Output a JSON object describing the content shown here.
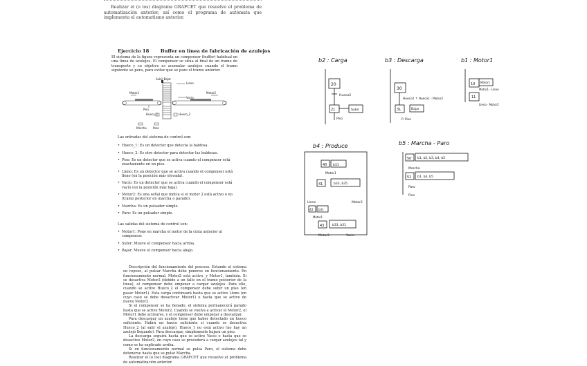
{
  "intro": {
    "paragraph": "Realizar el (o los) diagrama GRAFCET que resuelve el problema de automatización anterior, así como el programa de autómata que implementa el automatismo anterior."
  },
  "exercise": {
    "number": "Ejercicio 18",
    "title": "Buffer en línea de fabricación de azulejos",
    "description": "El sistema de la figura representa un compensor (buffer) habitual en una línea de azulejos. El compensor se sitúa al final de un tramo de transporte y su objetivo es acumular azulejos cuando el tramo siguiente se para, para evitar que se pare el tramo anterior."
  },
  "figure": {
    "labels": {
      "subir_bajar": "Subir Bajar",
      "lleno": "Lleno",
      "motor1": "Motor1",
      "motor2": "Motor2",
      "vacio": "Vacío",
      "piso": "Piso",
      "hueco1": "Hueco_1",
      "hueco2": "Hueco_2",
      "marcha": "Marcha",
      "paro": "Paro"
    }
  },
  "inputs": {
    "title": "Las entradas del sistema de control son:",
    "items": [
      "Hueco_1: Es un detector que detecta la baldosa.",
      "Hueco_2: Es otro detector para detectar las baldosas.",
      "Piso: Es un detector que se activa cuando el compensor está exactamente en un piso.",
      "Lleno: Es un detector que se activa cuando el compensor está lleno (en la posición más elevada).",
      "Vacío: Es un detector que se activa cuando el compensor está vacío (en la posición más baja).",
      "Motor2: Es una señal que indica si el motor 2 está activo o no (tramo posterior en marcha o parado).",
      "Marcha: Es un pulsador simple.",
      "Paro: Es un pulsador simple."
    ]
  },
  "outputs": {
    "title": "Las salidas del sistema de control son:",
    "items": [
      "Motor1: Pone en marcha el motor de la cinta anterior al compensor.",
      "Subir: Mueve el compensor hacia arriba.",
      "Bajar: Mueve el compensor hacia abajo."
    ]
  },
  "process": {
    "paragraphs": [
      "Descripción del funcionamiento del proceso. Estando el sistema en reposo, al pulsar Marcha debe ponerse en funcionamiento. En funcionamiento normal, Motor2 está activo, y Motor1, también. Si se desactiva Motor2 (debido a un fallo en el tramo posterior de la línea), el compensor debe empezar a cargar azulejos. Para ello, cuando se active Hueco_2 el compensor debe subir un piso (en pasar Motor1). Esta carga continuará hasta que se active Lleno (en cuyo caso se debe desactivar Motor1) o hasta que se active de nuevo Motor2.",
      "Si el compensor se ha llenado, el sistema permanecerá parado hasta que se active Motor2. Cuando se vuelva a activar el Motor2, el Motor1 debe activarse, y el compensor debe empezar a descargar.",
      "Para descargar un azulejo tiene que haber detectado un hueco suficiente. Habrá un hueco suficiente si cuando se desactiva Hueco_2 (al salir el azulejo), Hueco_1 no está activo (no hay un azulejo llegando). Para descargar, simplemente bajará un piso.",
      "La descarga seguirá hasta que se active Vacío o hasta que se desactive Motor2, en cuyo caso se procederá a cargar azulejos tal y como se ha explicado arriba.",
      "Si en funcionamiento normal se pulsa Paro, el sistema debe detenerse hasta que se pulse Marcha.",
      "Realizar el (o los) diagrama GRAFCET que resuelve el problema de automatización anterior."
    ]
  },
  "notes": {
    "g2": {
      "title": "b2 : Carga",
      "step1": "20",
      "cond1": "Hueco2",
      "step2": "21",
      "action2": "Subir",
      "cond2": "Piso"
    },
    "g3": {
      "title": "b3 : Descarga",
      "step1": "30",
      "cond1": "Hueco2 ↑ Hueco1 · Motor2",
      "step2": "31",
      "action2": "Bajar",
      "cond2": "P. Piso"
    },
    "g1": {
      "title": "b1 : Motor1",
      "step1": "10",
      "action1": "Motor1",
      "cond1": "Motor1 · Lleno",
      "step2": "11",
      "cond2": "Lleno · Motor2"
    },
    "g4": {
      "title": "b4 : Produce",
      "step1": "40",
      "action1": "b31",
      "cond1": "Motor1",
      "step2": "41",
      "action2": "b33, b35",
      "cond_left": "Lleno",
      "cond_right": "Motor2",
      "step3": "42",
      "action3": "b31",
      "cond3": "Motor1",
      "step4": "43",
      "action4": "b33, b31",
      "cond_bottom_left": "Motor2",
      "cond_bottom_right": "Vacío"
    },
    "g5": {
      "title": "b5 : Marcha - Paro",
      "step1": "50",
      "action1": "b1, b2, b3, b4, b5",
      "cond1": "Marcha",
      "step2": "51",
      "action2": "b1, b4, b5",
      "cond2": "Paro",
      "cond3": "Piso"
    }
  }
}
